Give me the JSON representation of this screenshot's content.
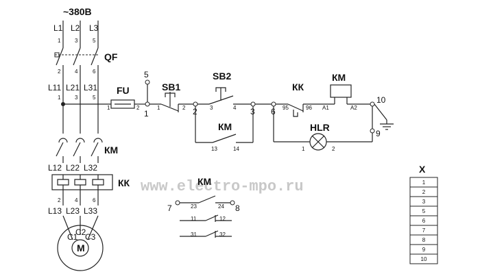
{
  "supply": {
    "voltage": "~380В"
  },
  "phases": {
    "line": [
      "L1",
      "L2",
      "L3"
    ],
    "after_breaker": [
      "L11",
      "L21",
      "L31"
    ],
    "after_contactor": [
      "L12",
      "L22",
      "L32"
    ],
    "after_relay": [
      "L13",
      "L23",
      "L33"
    ]
  },
  "pins": {
    "breaker_top": [
      "1",
      "3",
      "5"
    ],
    "breaker_bottom": [
      "2",
      "4",
      "6"
    ],
    "after_breaker": [
      "1",
      "3",
      "5"
    ],
    "relay_bottom": [
      "2",
      "4",
      "6"
    ]
  },
  "components": {
    "breaker": "QF",
    "fuse": "FU",
    "stop_button": "SB1",
    "start_button": "SB2",
    "thermal_relay": "КК",
    "contactor": "КМ",
    "lamp": "HLR",
    "motor": "M"
  },
  "motor_terminals": [
    "C1",
    "C2",
    "C3"
  ],
  "control": {
    "fuse_pins": [
      "1",
      "2"
    ],
    "sb1_pins": [
      "1",
      "2"
    ],
    "sb2_pins": [
      "3",
      "4"
    ],
    "km_hold_pins": [
      "13",
      "14"
    ],
    "kk_pins": [
      "95",
      "96"
    ],
    "coil_pins": [
      "A1",
      "A2"
    ],
    "lamp_pins": [
      "1",
      "2"
    ]
  },
  "nodes": {
    "n1": "1",
    "n2": "2",
    "n3": "3",
    "n5": "5",
    "n6": "6",
    "n9": "9",
    "n10": "10",
    "n7": "7",
    "n8": "8"
  },
  "aux_contacts": {
    "main": [
      "23",
      "24"
    ],
    "nc": [
      "11",
      "12"
    ],
    "nc2": [
      "31",
      "32"
    ]
  },
  "terminal_block": {
    "title": "X",
    "rows": [
      "1",
      "2",
      "3",
      "5",
      "6",
      "7",
      "8",
      "9",
      "10"
    ]
  },
  "watermark": "www.electro-mpo.ru"
}
